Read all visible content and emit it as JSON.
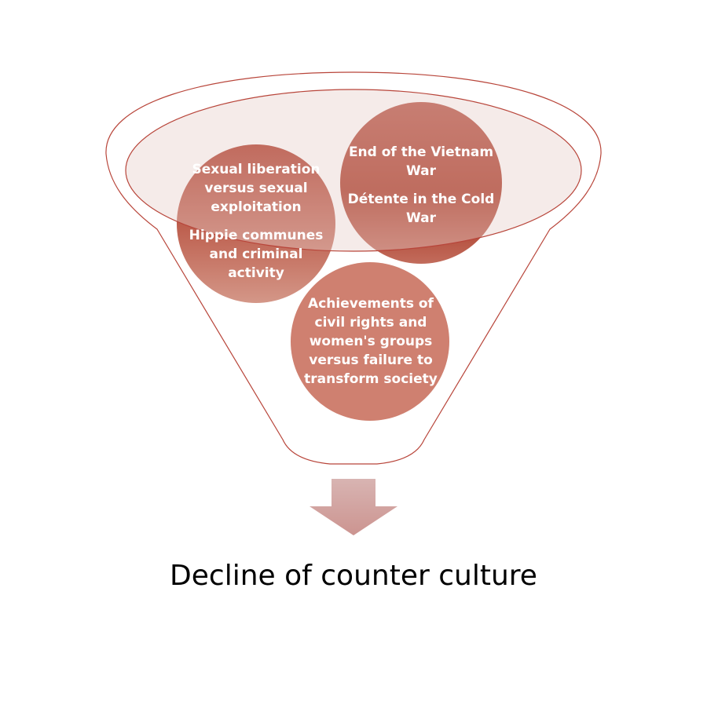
{
  "colors": {
    "circle_dark": "#a52310",
    "circle_light": "#d49788",
    "funnel_stroke": "#b8453a",
    "rim_fill": "#f0e2e0",
    "arrow_top": "#d8b4b2",
    "arrow_bottom": "#cc9490",
    "result_text": "#000000"
  },
  "funnel": {
    "circles": [
      {
        "paragraphs": [
          "Sexual liberation versus sexual exploitation",
          "Hippie communes and criminal activity"
        ]
      },
      {
        "paragraphs": [
          "End of the Vietnam War",
          "Détente in the Cold War"
        ]
      },
      {
        "paragraphs": [
          "Achievements of civil rights and women's groups versus failure to transform society"
        ]
      }
    ]
  },
  "arrow": {
    "icon": "arrow-down-icon"
  },
  "result": {
    "label": "Decline of counter culture"
  }
}
